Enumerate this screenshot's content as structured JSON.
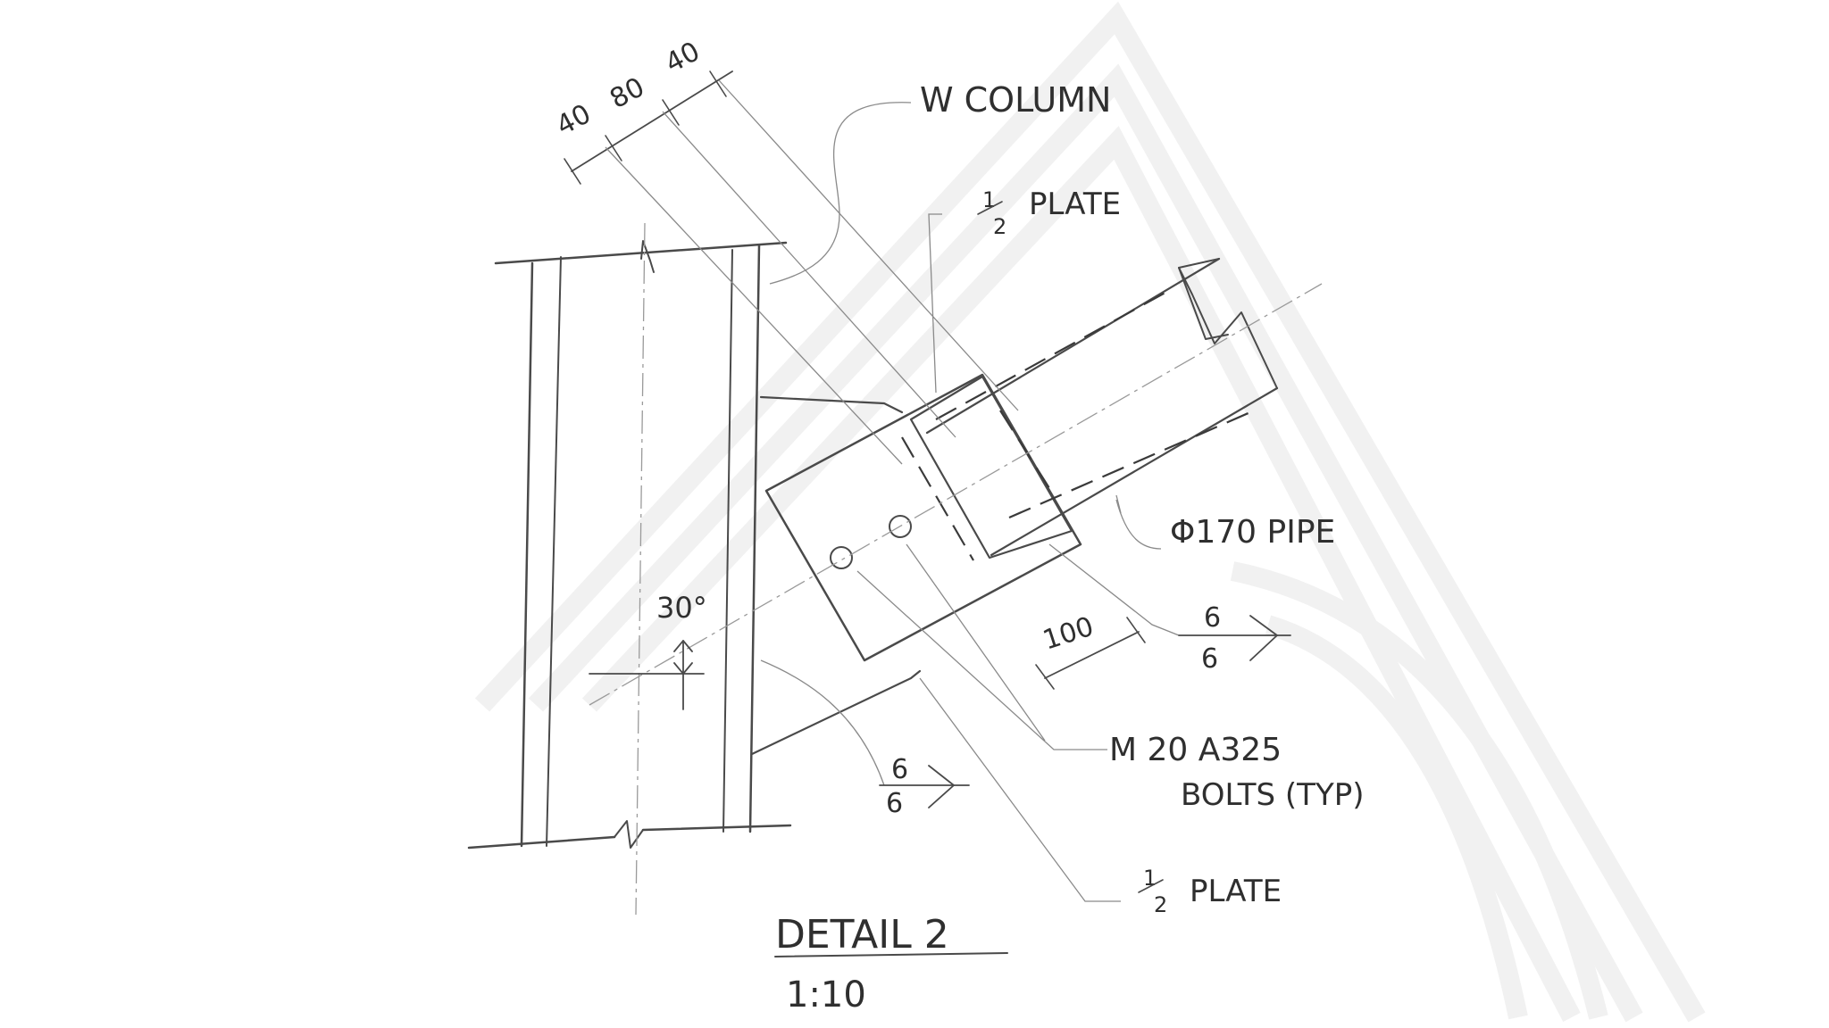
{
  "labels": {
    "column": "W COLUMN",
    "plate_top": "PLATE",
    "plate_bottom": "PLATE",
    "plate_fraction_num": "1",
    "plate_fraction_den": "2",
    "pipe": "Φ170 PIPE",
    "bolts_line1": "M 20 A325",
    "bolts_line2": "BOLTS (TYP)",
    "angle": "30°",
    "weld_right_top": "6",
    "weld_right_bottom": "6",
    "weld_left_top": "6",
    "weld_left_bottom": "6",
    "detail_title": "DETAIL 2",
    "detail_scale": "1:10"
  },
  "dimensions": {
    "spacing": [
      "40",
      "80",
      "40"
    ],
    "plate_length": "100"
  },
  "colors": {
    "ink": "#4a4a4a",
    "watermark": "#f1f1f1"
  }
}
